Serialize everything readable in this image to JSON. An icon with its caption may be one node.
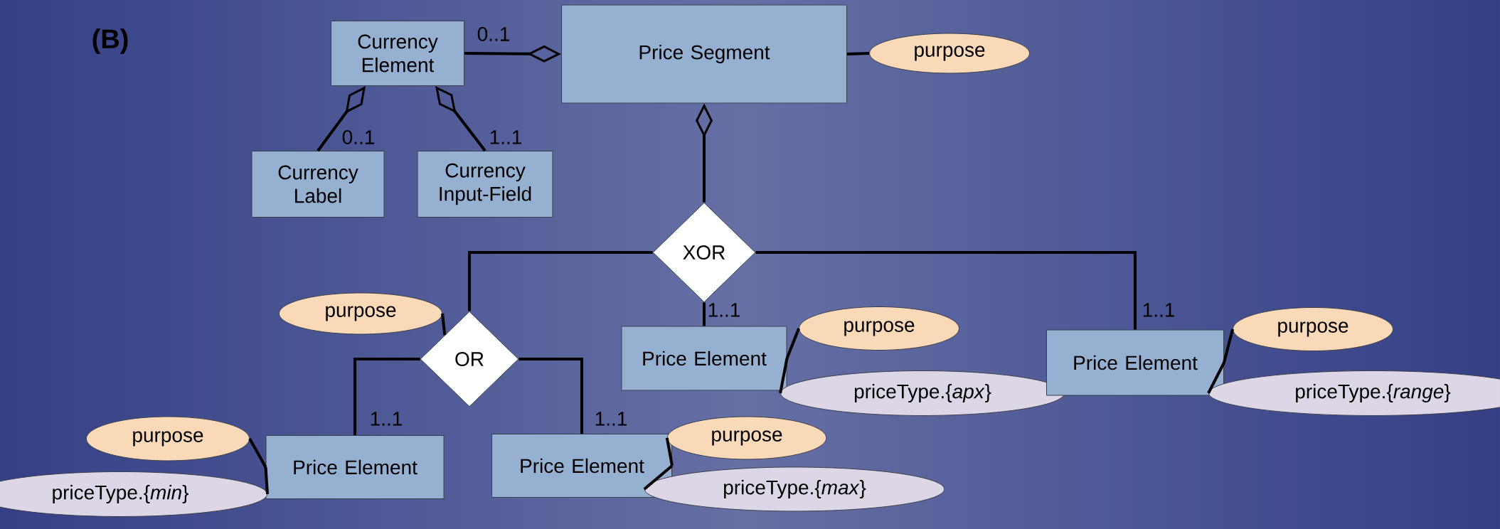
{
  "diagram": {
    "nodes": [
      {
        "text": [
          "Currency Element"
        ]
      },
      {
        "text": [
          "Price Segment"
        ]
      },
      {
        "text": [
          "purpose"
        ]
      },
      {
        "text": [
          "Currency Label"
        ]
      },
      {
        "text": [
          "Currency Input-Field"
        ]
      },
      {
        "text": [
          "XOR"
        ]
      },
      {
        "text": [
          "purpose"
        ]
      },
      {
        "text": [
          "OR"
        ]
      },
      {
        "text": [
          "Price Element"
        ]
      },
      {
        "text": [
          "purpose"
        ]
      },
      {
        "text": [
          "priceType.{*apx*}"
        ]
      },
      {
        "text": [
          "Price Element"
        ]
      },
      {
        "text": [
          "purpose"
        ]
      },
      {
        "text": [
          "priceType.{*range*}"
        ]
      },
      {
        "text": [
          "Price Element"
        ]
      },
      {
        "text": [
          "purpose"
        ]
      },
      {
        "text": [
          "priceType.{*min*}"
        ]
      },
      {
        "text": [
          "Price Element"
        ]
      },
      {
        "text": [
          "purpose"
        ]
      },
      {
        "text": [
          "priceType.{*max*}"
        ]
      }
    ],
    "edges": [
      {
        "from": 0,
        "to": 1,
        "arrow": "other",
        "label": "0..1"
      },
      {
        "from": 1,
        "to": 2,
        "arrow": "none"
      },
      {
        "from": 3,
        "to": 0,
        "arrow": "other",
        "label": "0..1"
      },
      {
        "from": 4,
        "to": 0,
        "arrow": "other",
        "label": "1..1"
      },
      {
        "from": 5,
        "to": 1,
        "arrow": "other"
      },
      {
        "from": 5,
        "to": 7,
        "arrow": "none"
      },
      {
        "from": 6,
        "to": 7,
        "arrow": "none"
      },
      {
        "from": 5,
        "to": 8,
        "arrow": "none",
        "label": "1..1"
      },
      {
        "from": 5,
        "to": 11,
        "arrow": "none",
        "label": "1..1"
      },
      {
        "from": 7,
        "to": 14,
        "arrow": "none",
        "label": "1..1"
      },
      {
        "from": 7,
        "to": 17,
        "arrow": "none",
        "label": "1..1"
      },
      {
        "from": 8,
        "to": 9,
        "arrow": "none"
      },
      {
        "from": 8,
        "to": 10,
        "arrow": "none"
      },
      {
        "from": 11,
        "to": 12,
        "arrow": "none"
      },
      {
        "from": 11,
        "to": 13,
        "arrow": "none"
      },
      {
        "from": 14,
        "to": 15,
        "arrow": "none"
      },
      {
        "from": 14,
        "to": 16,
        "arrow": "none"
      },
      {
        "from": 17,
        "to": 18,
        "arrow": "none"
      },
      {
        "from": 17,
        "to": 19,
        "arrow": "none"
      }
    ],
    "labels": [
      "(B)"
    ]
  }
}
